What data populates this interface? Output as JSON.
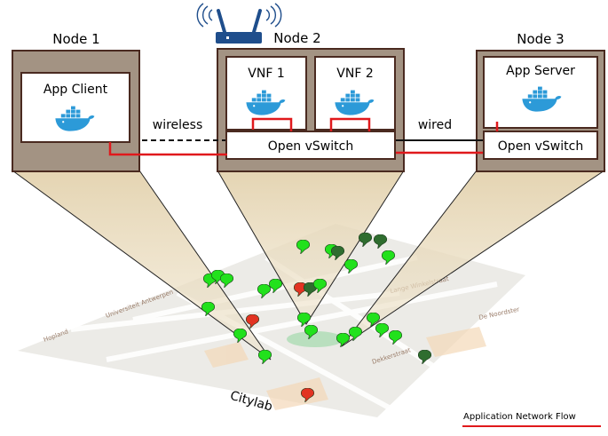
{
  "nodes": [
    {
      "title": "Node 1",
      "apps": [
        {
          "label": "App Client"
        }
      ],
      "switch_label": ""
    },
    {
      "title": "Node 2",
      "apps": [
        {
          "label": "VNF 1"
        },
        {
          "label": "VNF 2"
        }
      ],
      "switch_label": "Open vSwitch"
    },
    {
      "title": "Node 3",
      "apps": [
        {
          "label": "App Server"
        }
      ],
      "switch_label": "Open vSwitch"
    }
  ],
  "links": {
    "wireless_label": "wireless",
    "wired_label": "wired"
  },
  "map": {
    "caption": "Citylab"
  },
  "legend": {
    "label": "Application Network Flow"
  },
  "colors": {
    "node_fill": "#a39383",
    "node_border": "#4a2a20",
    "flow": "#e0191c",
    "docker": "#2c9ad8",
    "router": "#1f4e8c",
    "beam": "#e3d2ae",
    "marker_green": "#22e11c",
    "marker_red": "#e23322",
    "marker_dark": "#2f6d2f"
  },
  "icons": [
    "docker-whale-icon",
    "wifi-router-icon",
    "map-pin-icon"
  ]
}
